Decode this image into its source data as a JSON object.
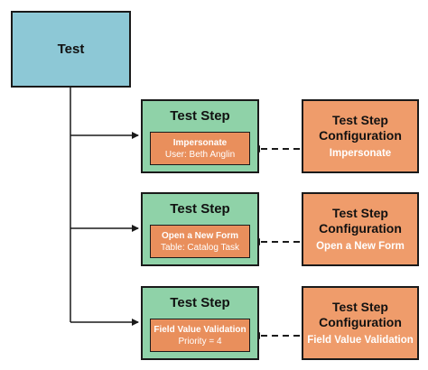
{
  "test": {
    "label": "Test"
  },
  "steps": [
    {
      "title": "Test Step",
      "name": "Impersonate",
      "detail": "User: Beth Anglin",
      "config_title": "Test Step Configuration",
      "config_sub": "Impersonate"
    },
    {
      "title": "Test Step",
      "name": "Open a New Form",
      "detail": "Table: Catalog Task",
      "config_title": "Test Step Configuration",
      "config_sub": "Open a New Form"
    },
    {
      "title": "Test Step",
      "name": "Field Value Validation",
      "detail": "Priority = 4",
      "config_title": "Test Step Configuration",
      "config_sub": "Field Value Validation"
    }
  ],
  "colors": {
    "test_fill": "#8dc8d6",
    "step_fill": "#8fd2a8",
    "inner_fill": "#e98f5c",
    "config_fill": "#ef9c6b"
  }
}
